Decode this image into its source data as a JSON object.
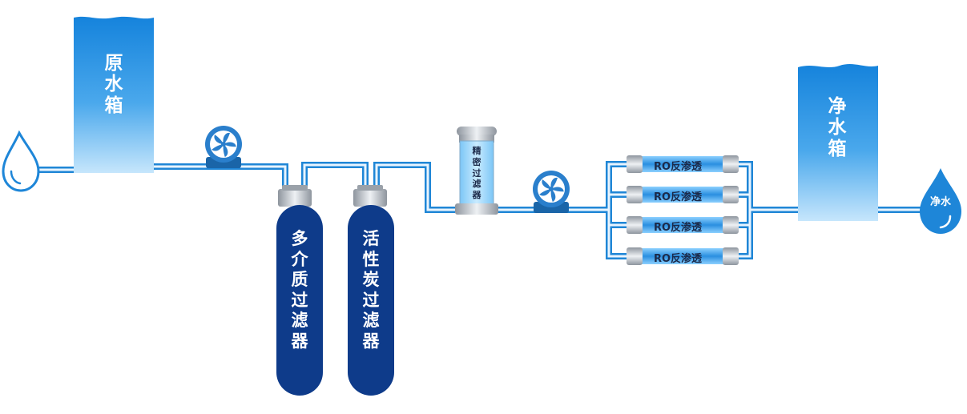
{
  "colors": {
    "pipe": "#1f86d6",
    "pipe_inner": "#e8f4ff",
    "tank_top": "#1583dc",
    "tank_bottom": "#bfe2fb",
    "vessel": "#0e3b8a",
    "pump": "#2a7fcc",
    "membrane": "#3fa2ea",
    "steel": "#b8bec6"
  },
  "icons": {
    "inlet": "water-drop-icon",
    "outlet": "water-drop-icon",
    "pump": "fan-pump-icon"
  },
  "raw_tank": {
    "label": "原\n水\n箱"
  },
  "clean_tank": {
    "label": "净\n水\n箱"
  },
  "media_filter": {
    "label": "多\n介\n质\n过\n滤\n器"
  },
  "carbon_filter": {
    "label": "活\n性\n炭\n过\n滤\n器"
  },
  "precision_filter": {
    "label": "精\n密\n过\n滤\n器"
  },
  "ro_membranes": [
    {
      "label": "RO反渗透"
    },
    {
      "label": "RO反渗透"
    },
    {
      "label": "RO反渗透"
    },
    {
      "label": "RO反渗透"
    }
  ],
  "outlet_drop": {
    "label": "净水"
  }
}
